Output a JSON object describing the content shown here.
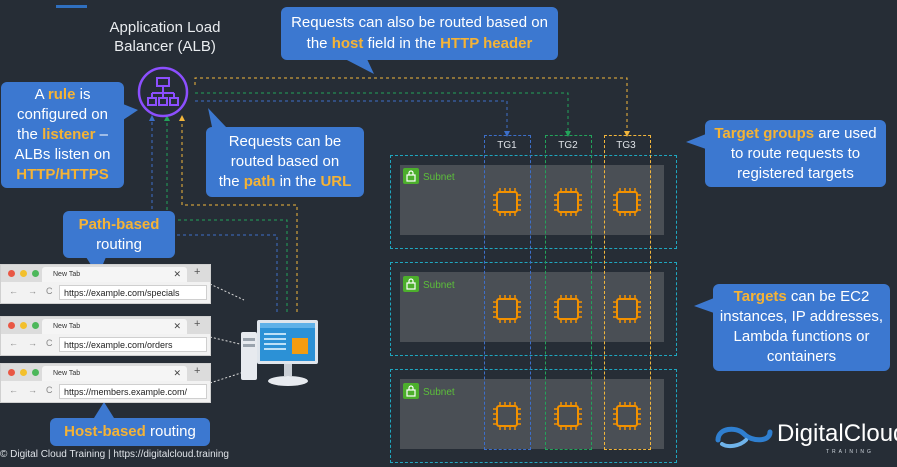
{
  "alb": {
    "label": "Application Load Balancer (ALB)"
  },
  "callouts": {
    "host_header": {
      "prefix": "Requests can also be routed based on the ",
      "hl1": "host",
      "mid": " field in the ",
      "hl2": "HTTP header"
    },
    "rule": {
      "l1a": "A ",
      "l1hl": "rule",
      "l1b": " is",
      "l2": "configured on",
      "l3a": "the ",
      "l3hl": "listener",
      "l3b": " –",
      "l4": "ALBs listen on",
      "l5hl": "HTTP/HTTPS"
    },
    "path": {
      "l1": "Requests can be",
      "l2": "routed based on",
      "l3a": "the ",
      "l3hl": "path",
      "l3b": " in the ",
      "l3hl2": "URL"
    },
    "target_groups": {
      "hl": "Target groups",
      "l1b": " are used",
      "l2": "to route requests to",
      "l3": "registered targets"
    },
    "targets": {
      "hl": "Targets",
      "l1b": " can be EC2",
      "l2": "instances, IP addresses,",
      "l3": "Lambda functions or",
      "l4": "containers"
    },
    "path_based": {
      "hl": "Path-based",
      "l2": "routing"
    },
    "host_based": {
      "hl": "Host-based",
      "rest": " routing"
    }
  },
  "target_groups": [
    {
      "name": "TG1",
      "color": "#3d6fc9"
    },
    {
      "name": "TG2",
      "color": "#23a35a"
    },
    {
      "name": "TG3",
      "color": "#f2b63c"
    }
  ],
  "subnets": [
    {
      "label": "Subnet"
    },
    {
      "label": "Subnet"
    },
    {
      "label": "Subnet"
    }
  ],
  "browsers": [
    {
      "tab": "New Tab",
      "url": "https://example.com/specials"
    },
    {
      "tab": "New Tab",
      "url": "https://example.com/orders"
    },
    {
      "tab": "New Tab",
      "url": "https://members.example.com/"
    }
  ],
  "footer": "© Digital Cloud Training  |  https://digitalcloud.training",
  "logo": {
    "name": "DigitalCloud",
    "sub": "TRAINING"
  },
  "icons": {
    "alb": "alb-icon",
    "client": "desktop-computer-icon",
    "chip": "ec2-instance-chip-icon",
    "lock": "subnet-lock-icon"
  },
  "colors": {
    "background": "#262d36",
    "callout": "#3c78d0",
    "highlight": "#f5b335",
    "subnet_border": "#1fa7c0",
    "chip": "#f29100",
    "alb_icon": "#8c4fff"
  }
}
